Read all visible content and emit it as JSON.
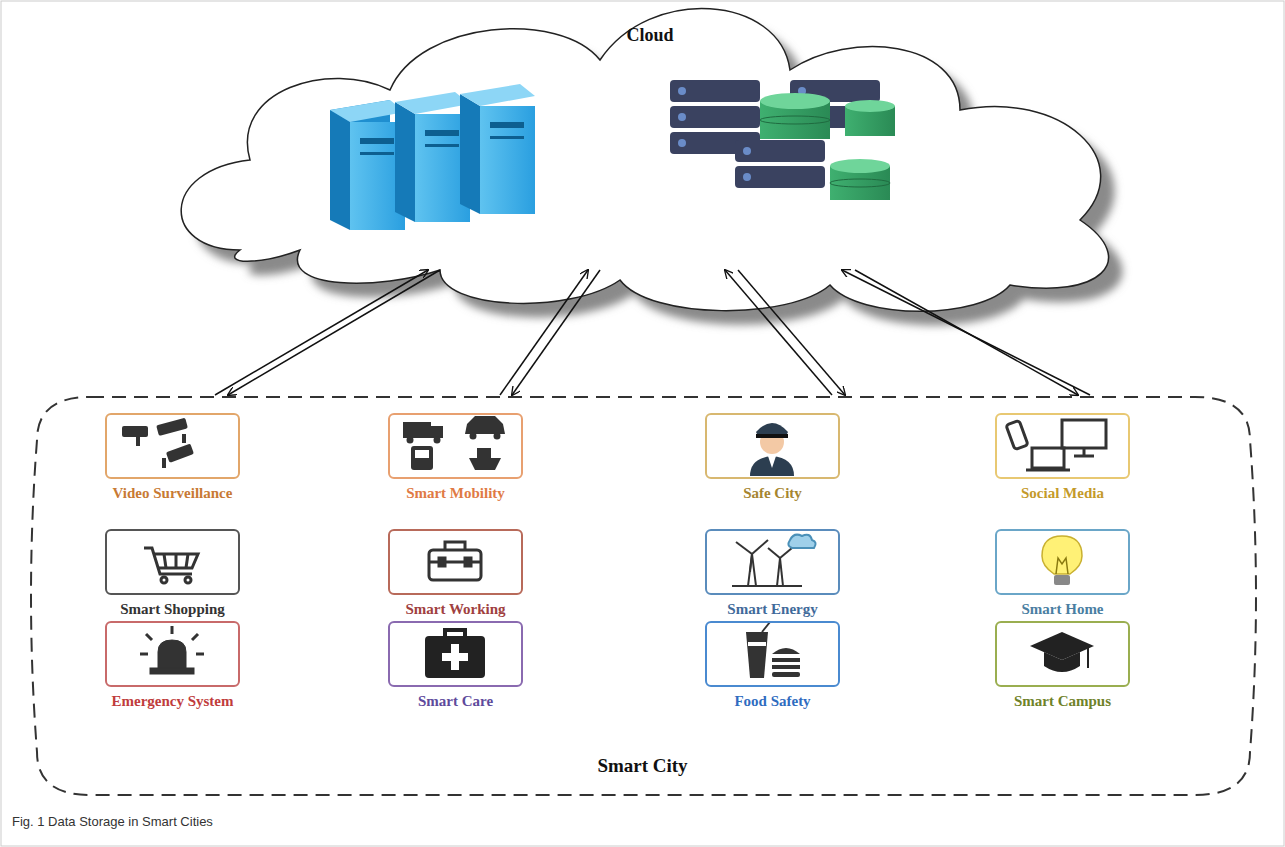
{
  "diagram": {
    "caption": "Fig. 1 Data Storage in Smart Cities",
    "nodes": [
      {
        "text": [
          "Cloud"
        ]
      },
      {
        "text": [
          "Smart City"
        ]
      },
      {
        "text": [
          "Video Surveillance"
        ],
        "in": 1
      },
      {
        "text": [
          "Smart Mobility"
        ],
        "in": 1
      },
      {
        "text": [
          "Safe City"
        ],
        "in": 1
      },
      {
        "text": [
          "Social Media"
        ],
        "in": 1
      },
      {
        "text": [
          "Smart Shopping"
        ],
        "in": 1
      },
      {
        "text": [
          "Smart Working"
        ],
        "in": 1
      },
      {
        "text": [
          "Smart Energy"
        ],
        "in": 1
      },
      {
        "text": [
          "Smart Home"
        ],
        "in": 1
      },
      {
        "text": [
          "Emergency System"
        ],
        "in": 1
      },
      {
        "text": [
          "Smart Care"
        ],
        "in": 1
      },
      {
        "text": [
          "Food Safety"
        ],
        "in": 1
      },
      {
        "text": [
          "Smart Campus"
        ],
        "in": 1
      }
    ],
    "edges": [
      {
        "from": 1,
        "to": 0,
        "arrow": "to"
      },
      {
        "from": 0,
        "to": 1,
        "arrow": "to"
      },
      {
        "from": 1,
        "to": 0,
        "arrow": "to"
      },
      {
        "from": 0,
        "to": 1,
        "arrow": "to"
      },
      {
        "from": 1,
        "to": 0,
        "arrow": "to"
      },
      {
        "from": 0,
        "to": 1,
        "arrow": "to"
      },
      {
        "from": 1,
        "to": 0,
        "arrow": "to"
      },
      {
        "from": 0,
        "to": 1,
        "arrow": "to"
      }
    ]
  }
}
